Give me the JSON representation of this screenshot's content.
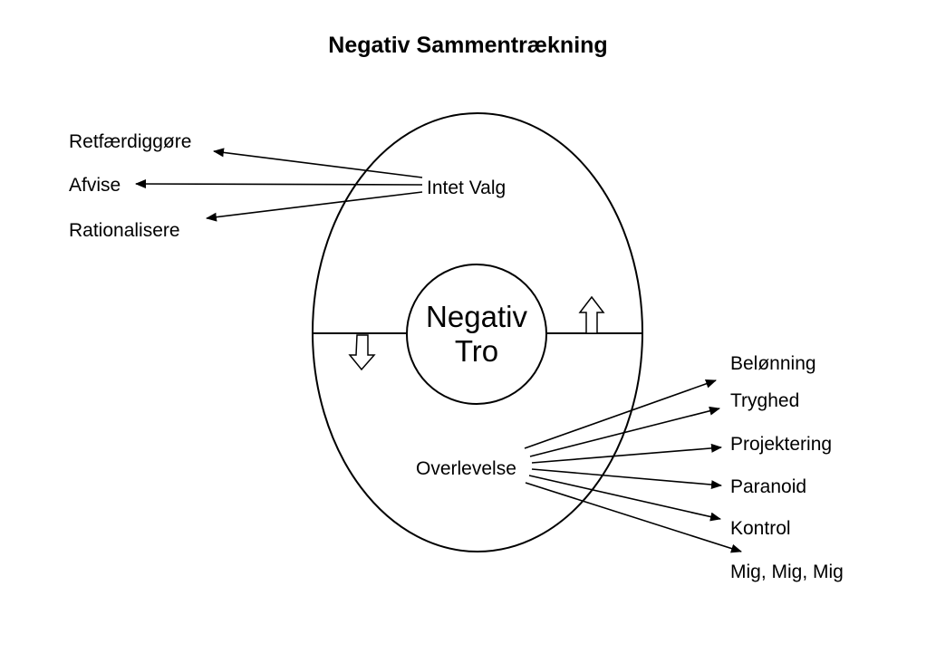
{
  "title": "Negativ Sammentrækning",
  "center": {
    "line1": "Negativ",
    "line2": "Tro"
  },
  "upper_node": {
    "label": "Intet Valg",
    "targets": [
      "Retfærdiggøre",
      "Afvise",
      "Rationalisere"
    ]
  },
  "lower_node": {
    "label": "Overlevelse",
    "targets": [
      "Belønning",
      "Tryghed",
      "Projektering",
      "Paranoid",
      "Kontrol",
      "Mig, Mig, Mig"
    ]
  }
}
